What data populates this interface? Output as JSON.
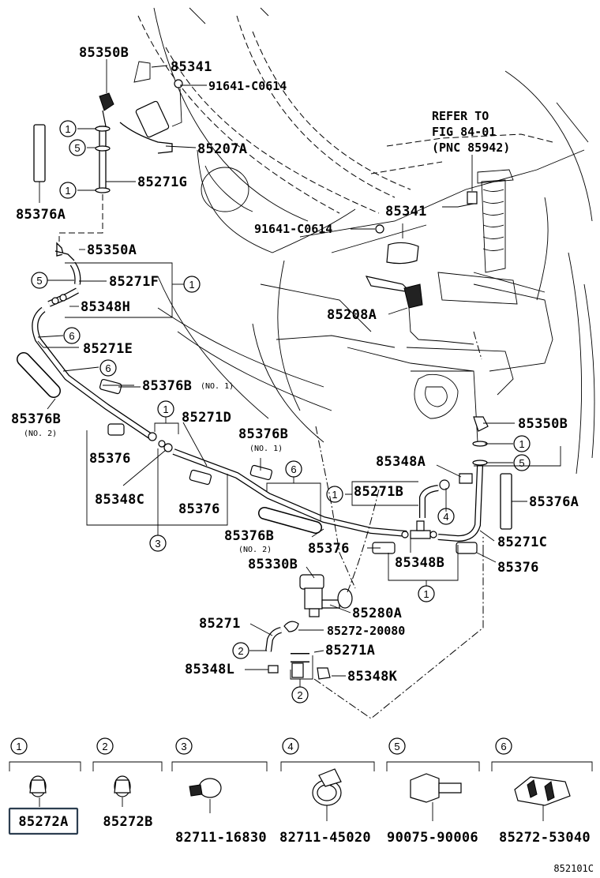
{
  "labels": {
    "p85350B_top": "85350B",
    "p85341_top": "85341",
    "p91641_top": "91641-C0614",
    "p85207A": "85207A",
    "p85271G": "85271G",
    "p85376A_left": "85376A",
    "refer_line1": "REFER TO",
    "refer_line2": "FIG 84-01",
    "refer_line3": "(PNC 85942)",
    "p85341_mid": "85341",
    "p91641_mid": "91641-C0614",
    "p85350A": "85350A",
    "p85271F": "85271F",
    "p85348H": "85348H",
    "p85208A": "85208A",
    "p85271E": "85271E",
    "p85376B_no1_a": "85376B",
    "no1_a": "(NO. 1)",
    "p85376B_no2_a": "85376B",
    "no2_a": "(NO. 2)",
    "p85271D": "85271D",
    "p85376B_no1_b": "85376B",
    "no1_b": "(NO. 1)",
    "p85350B_right": "85350B",
    "p85376_a": "85376",
    "p85348A": "85348A",
    "p85348C": "85348C",
    "p85376_b": "85376",
    "p85271B": "85271B",
    "p85376A_right": "85376A",
    "p85376B_no2_b": "85376B",
    "no2_b": "(NO. 2)",
    "p85376_c": "85376",
    "p85271C": "85271C",
    "p85348B": "85348B",
    "p85376_d": "85376",
    "p85330B": "85330B",
    "p85280A": "85280A",
    "p85271": "85271",
    "p85272_20080": "85272-20080",
    "p85271A": "85271A",
    "p85348L": "85348L",
    "p85348K": "85348K",
    "figure_code": "852101C"
  },
  "callouts": [
    "1",
    "2",
    "3",
    "4",
    "5",
    "6"
  ],
  "legend": [
    {
      "num": "1",
      "part": "85272A",
      "highlighted": true
    },
    {
      "num": "2",
      "part": "85272B",
      "highlighted": false
    },
    {
      "num": "3",
      "part": "82711-16830",
      "highlighted": false
    },
    {
      "num": "4",
      "part": "82711-45020",
      "highlighted": false
    },
    {
      "num": "5",
      "part": "90075-90006",
      "highlighted": false
    },
    {
      "num": "6",
      "part": "85272-53040",
      "highlighted": false
    }
  ]
}
